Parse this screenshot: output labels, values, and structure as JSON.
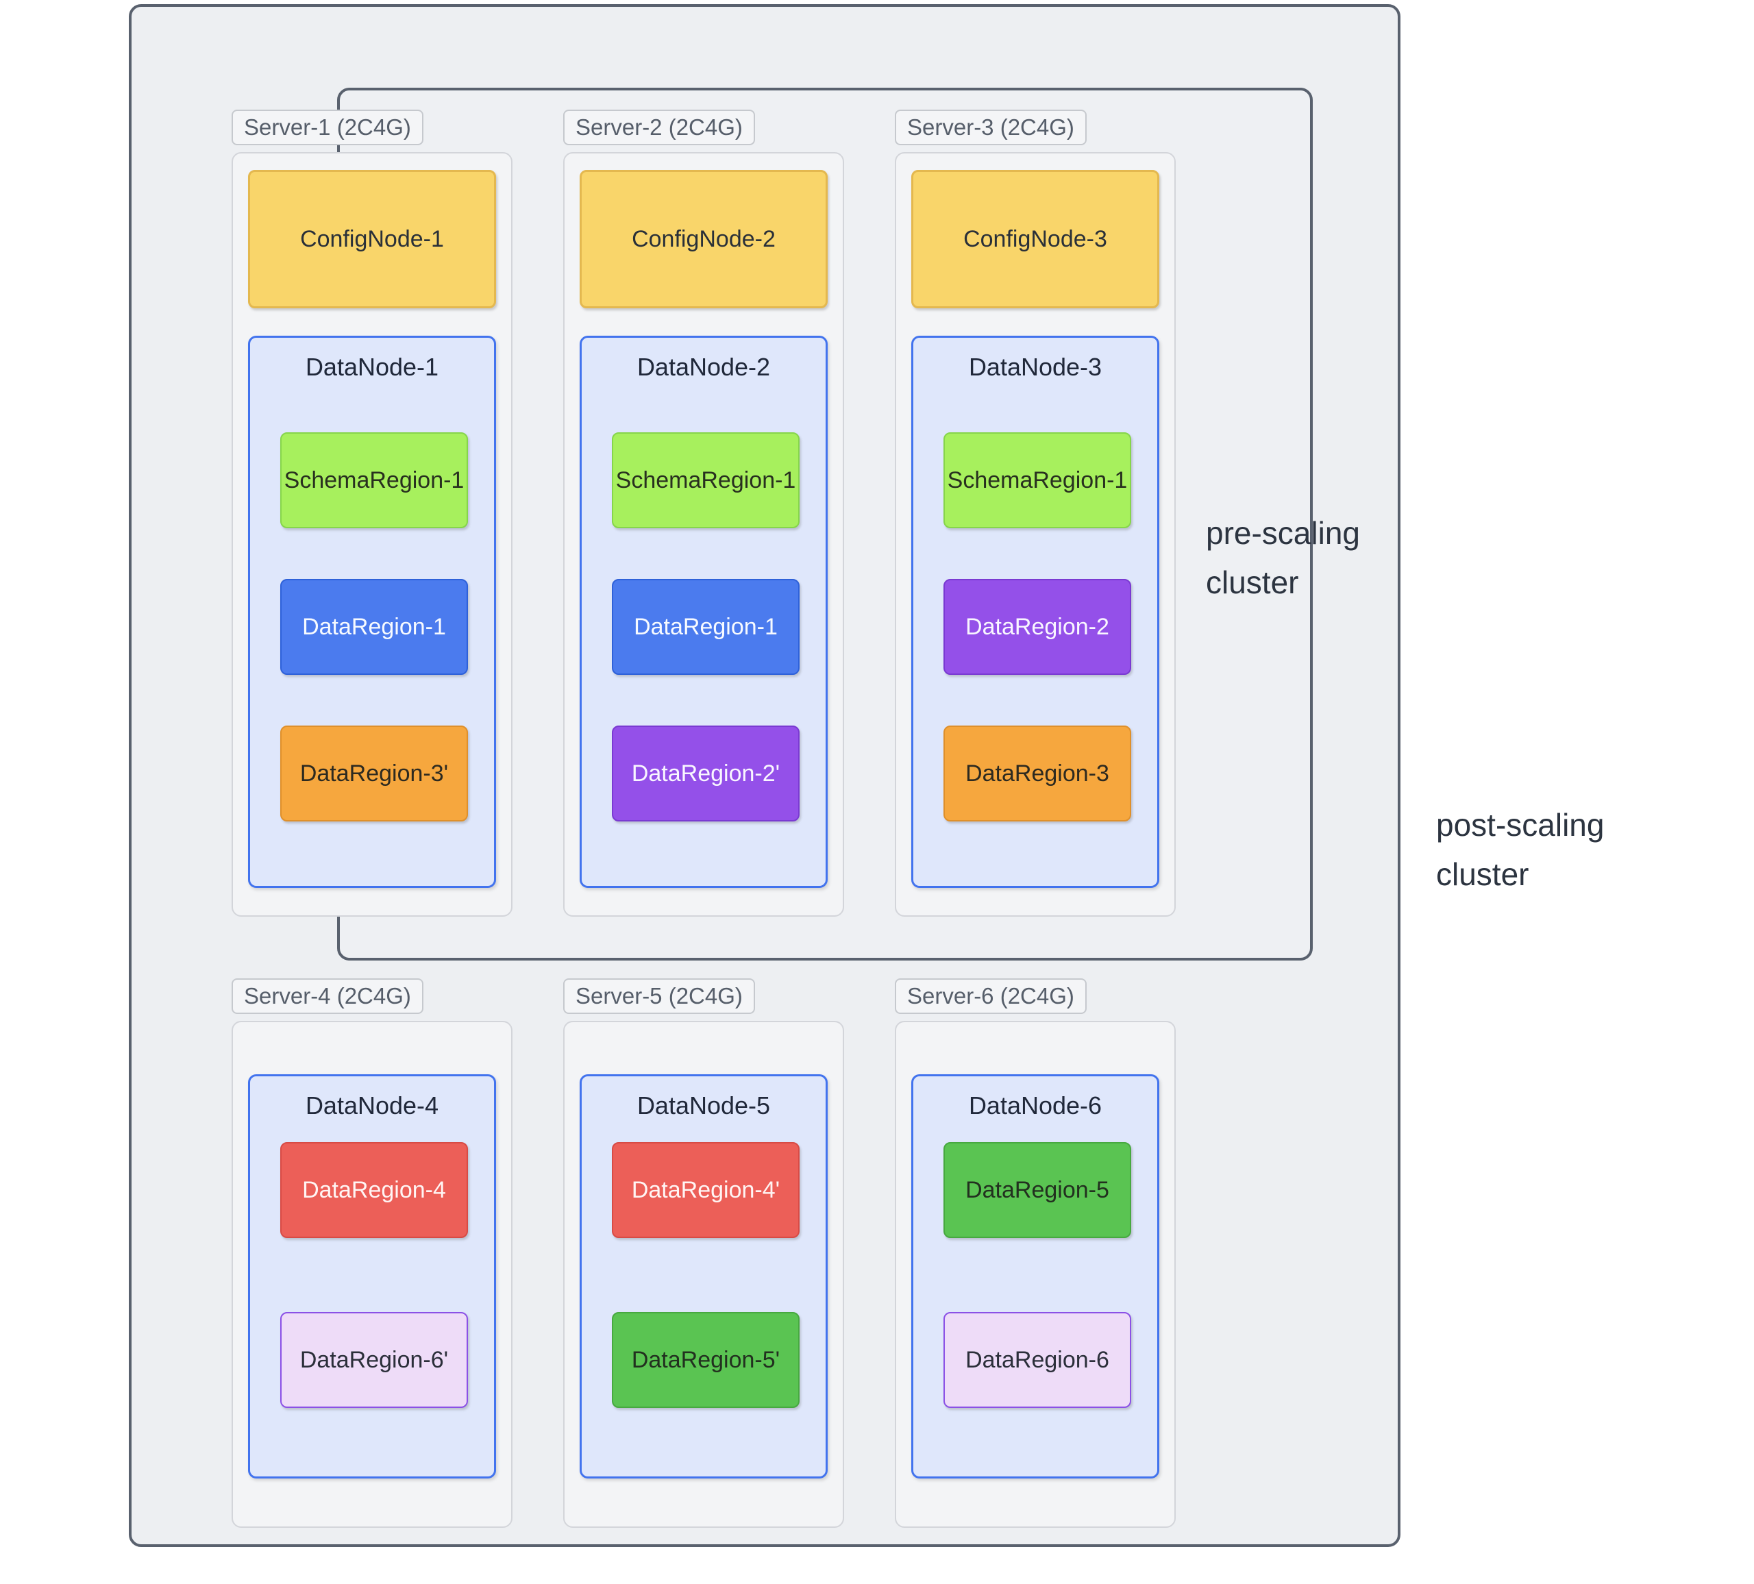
{
  "inner_cluster": {
    "label": "pre-scaling\ncluster"
  },
  "outer_cluster": {
    "label": "post-scaling\ncluster"
  },
  "colors": {
    "config": {
      "bg": "#f9d56a",
      "border": "#e4b84f",
      "text": "#2a3038"
    },
    "datanode": {
      "bg": "#dfe7fb",
      "border": "#4273ee",
      "text": "#20283a"
    },
    "schema": {
      "bg": "#a7f05d",
      "border": "#86d54b",
      "text": "#28301f"
    },
    "data_blue": {
      "bg": "#4b7bee",
      "border": "#2e61d9",
      "text": "#f7faff"
    },
    "data_purple": {
      "bg": "#9450e9",
      "border": "#7a3ad2",
      "text": "#f9f6ff"
    },
    "data_orange": {
      "bg": "#f6a73e",
      "border": "#df902b",
      "text": "#2d2a20"
    },
    "data_red": {
      "bg": "#ec5f58",
      "border": "#d84b45",
      "text": "#fff5f4"
    },
    "data_green": {
      "bg": "#5ac452",
      "border": "#47a940",
      "text": "#22301f"
    },
    "data_lavender": {
      "bg": "#eedcf8",
      "border": "#8b51e6",
      "text": "#2b2f3a"
    },
    "cluster_border": "#59616e"
  },
  "servers": [
    {
      "label": "Server-1 (2C4G)",
      "config_node": {
        "label": "ConfigNode-1",
        "type": "config"
      },
      "data_node": {
        "label": "DataNode-1",
        "type": "datanode",
        "regions": [
          {
            "label": "SchemaRegion-1",
            "type": "schema"
          },
          {
            "label": "DataRegion-1",
            "type": "data_blue"
          },
          {
            "label": "DataRegion-3'",
            "type": "data_orange"
          }
        ]
      }
    },
    {
      "label": "Server-2 (2C4G)",
      "config_node": {
        "label": "ConfigNode-2",
        "type": "config"
      },
      "data_node": {
        "label": "DataNode-2",
        "type": "datanode",
        "regions": [
          {
            "label": "SchemaRegion-1",
            "type": "schema"
          },
          {
            "label": "DataRegion-1",
            "type": "data_blue"
          },
          {
            "label": "DataRegion-2'",
            "type": "data_purple"
          }
        ]
      }
    },
    {
      "label": "Server-3 (2C4G)",
      "config_node": {
        "label": "ConfigNode-3",
        "type": "config"
      },
      "data_node": {
        "label": "DataNode-3",
        "type": "datanode",
        "regions": [
          {
            "label": "SchemaRegion-1",
            "type": "schema"
          },
          {
            "label": "DataRegion-2",
            "type": "data_purple"
          },
          {
            "label": "DataRegion-3",
            "type": "data_orange"
          }
        ]
      }
    },
    {
      "label": "Server-4 (2C4G)",
      "data_node": {
        "label": "DataNode-4",
        "type": "datanode",
        "regions": [
          {
            "label": "DataRegion-4",
            "type": "data_red"
          },
          {
            "label": "DataRegion-6'",
            "type": "data_lavender"
          }
        ]
      }
    },
    {
      "label": "Server-5 (2C4G)",
      "data_node": {
        "label": "DataNode-5",
        "type": "datanode",
        "regions": [
          {
            "label": "DataRegion-4'",
            "type": "data_red"
          },
          {
            "label": "DataRegion-5'",
            "type": "data_green"
          }
        ]
      }
    },
    {
      "label": "Server-6 (2C4G)",
      "data_node": {
        "label": "DataNode-6",
        "type": "datanode",
        "regions": [
          {
            "label": "DataRegion-5",
            "type": "data_green"
          },
          {
            "label": "DataRegion-6",
            "type": "data_lavender"
          }
        ]
      }
    }
  ]
}
